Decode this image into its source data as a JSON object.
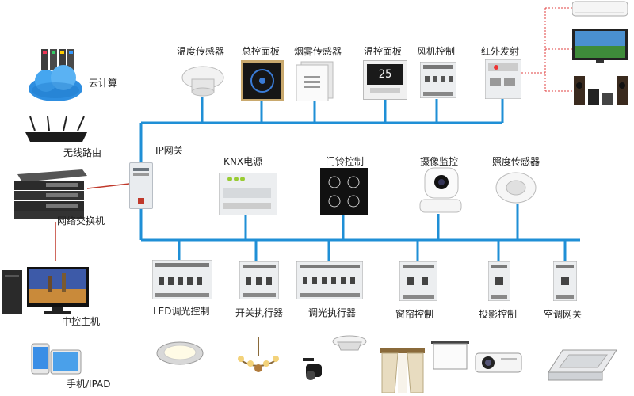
{
  "left_devices": {
    "cloud": "云计算",
    "router": "无线路由",
    "switch": "网络交换机",
    "host": "中控主机",
    "mobile": "手机/IPAD"
  },
  "ip_gateway": "IP网关",
  "top_devices": {
    "temp_sensor": "温度传感器",
    "master_panel": "总控面板",
    "smoke_sensor": "烟雾传感器",
    "thermostat_panel": "温控面板",
    "fan_control": "风机控制",
    "ir_emitter": "红外发射"
  },
  "thermostat_display": "25",
  "middle_devices": {
    "knx_power": "KNX电源",
    "doorbell": "门铃控制",
    "camera": "摄像监控",
    "illuminance_sensor": "照度传感器"
  },
  "bottom_devices": {
    "led_dimming": "LED调光控制",
    "switch_actuator": "开关执行器",
    "dimming_actuator": "调光执行器",
    "curtain_control": "窗帘控制",
    "projector_control": "投影控制",
    "ac_gateway": "空调网关"
  },
  "colors": {
    "bus": "#1f8fd6",
    "network": "#c0392b",
    "ir_link": "#e04040"
  }
}
